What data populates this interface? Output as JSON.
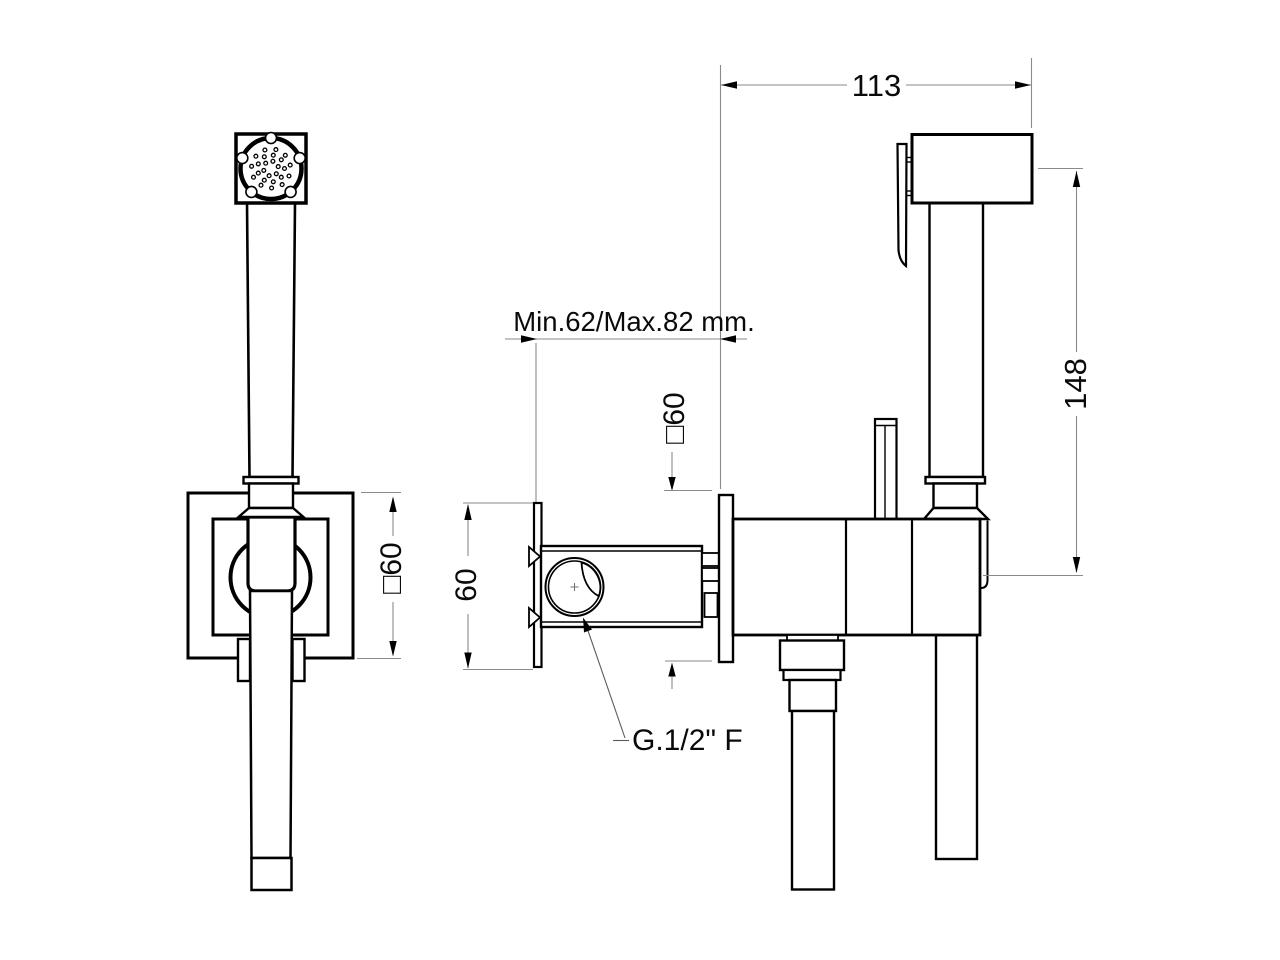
{
  "figure": {
    "dim_width": "113",
    "dim_height": "148",
    "dim_depth_range": "Min.62/Max.82 mm.",
    "dim_plate_height": "60",
    "dim_square_front": "□60",
    "dim_square_section": "□60",
    "thread_label": "G.1/2\" F"
  }
}
